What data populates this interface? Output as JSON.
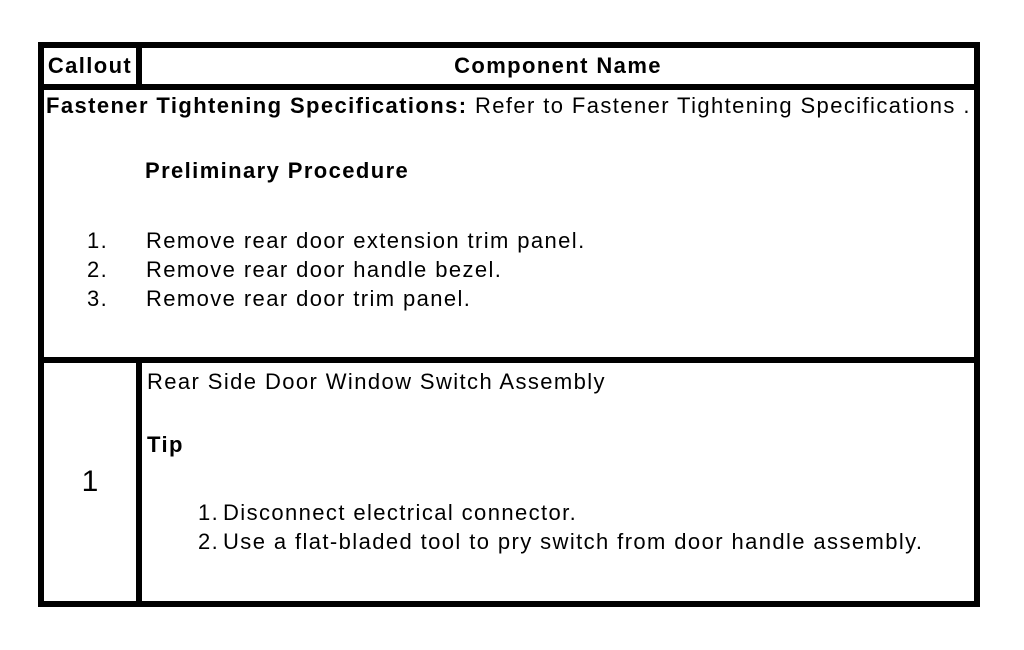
{
  "colors": {
    "border": "#000000",
    "background": "#ffffff",
    "text": "#000000"
  },
  "table": {
    "header": {
      "callout": "Callout",
      "component_name": "Component Name"
    },
    "spec_row": {
      "label": "Fastener Tightening Specifications:",
      "reference": " Refer to Fastener Tightening Specifications .",
      "preliminary_title": "Preliminary Procedure",
      "step_numbers": [
        "1.",
        "2.",
        "3."
      ],
      "steps": [
        "Remove rear door extension trim panel.",
        "Remove rear door handle bezel.",
        "Remove rear door trim panel."
      ]
    },
    "component_row": {
      "callout": "1",
      "name": "Rear Side Door Window Switch Assembly",
      "tip_title": "Tip",
      "step_numbers": [
        "1.",
        "2."
      ],
      "steps": [
        "Disconnect electrical connector.",
        "Use a flat-bladed tool to pry switch from door handle assembly."
      ]
    }
  }
}
